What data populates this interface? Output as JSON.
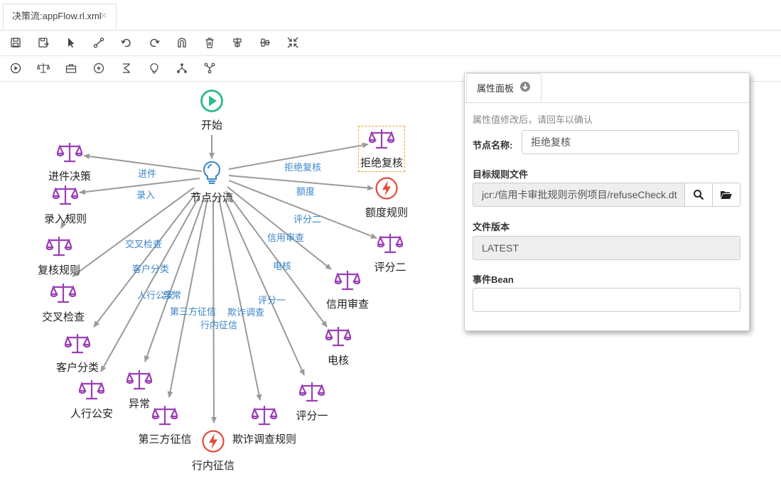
{
  "tab": {
    "title": "决策流:appFlow.rl.xml",
    "close": "×"
  },
  "toolbar1": [
    "save-icon",
    "save-as-icon",
    "select-pointer-icon",
    "connection-icon",
    "undo-icon",
    "redo-icon",
    "magnet-icon",
    "delete-icon",
    "align-center-icon",
    "align-middle-icon",
    "compress-icon"
  ],
  "toolbar2": [
    "start-node-icon",
    "rule-node-icon",
    "package-node-icon",
    "action-node-icon",
    "script-node-icon",
    "decision-node-icon",
    "fork-node-icon",
    "join-node-icon"
  ],
  "colors": {
    "rule": "#9b3fb5",
    "action": "#e04a3a",
    "start": "#2db98a",
    "decision": "#3a86c8",
    "edge": "#9a9a9a",
    "edge_label": "#3a86c8"
  },
  "nodes": {
    "start": "开始",
    "decision": "节点分流",
    "refuse_check": "拒绝复核",
    "limit_rule": "额度规则",
    "score2": "评分二",
    "credit_review": "信用审查",
    "phone_check": "电核",
    "score1": "评分一",
    "fraud_rule": "欺诈调查规则",
    "internal_credit": "行内征信",
    "third_credit": "第三方征信",
    "abnormal": "异常",
    "public_security": "人行公安",
    "customer_class": "客户分类",
    "cross_check": "交叉检查",
    "review_rule": "复核规则",
    "entry_rule": "录入规则",
    "intake_decision": "进件决策"
  },
  "edges": {
    "intake": "进件",
    "entry": "录入",
    "refuse": "拒绝复核",
    "limit": "额度",
    "score2": "评分二",
    "credit": "信用审查",
    "phone": "电核",
    "cross": "交叉检查",
    "customer": "客户分类",
    "public": "人行公安",
    "abnormal": "异常",
    "third": "第三方征信",
    "fraud": "欺诈调查",
    "internal": "行内征信",
    "score1": "评分一"
  },
  "panel": {
    "tab_label": "属性面板",
    "hint": "属性值修改后，请回车以确认",
    "name_label": "节点名称:",
    "name_value": "拒绝复核",
    "file_label": "目标规则文件",
    "file_value": "jcr:/信用卡审批规则示例项目/refuseCheck.dt",
    "version_label": "文件版本",
    "version_value": "LATEST",
    "bean_label": "事件Bean",
    "bean_value": ""
  }
}
